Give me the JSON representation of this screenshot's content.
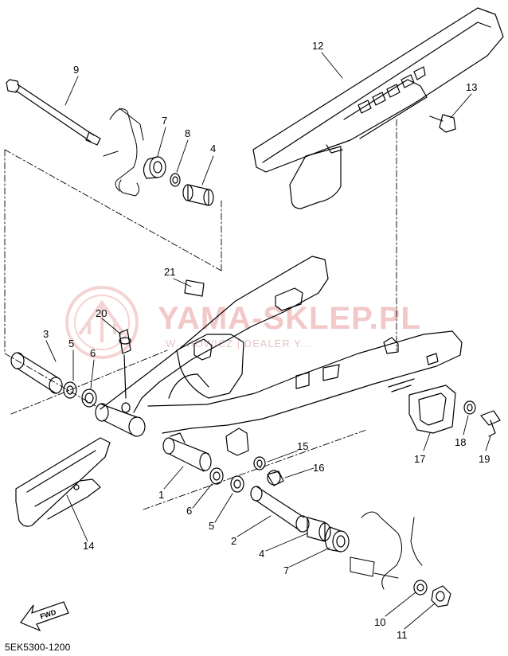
{
  "watermark": {
    "text": "YAMA-SKLEP.PL",
    "subtext": "W...HOWICZ | DEALER Y...",
    "logo": "yamaha-tuning-fork-logo",
    "color": "#e8a0a0"
  },
  "diagram_code": "5EK5300-1200",
  "fwd_label": "FWD",
  "callouts": [
    {
      "id": "c9",
      "label": "9"
    },
    {
      "id": "c7a",
      "label": "7"
    },
    {
      "id": "c8",
      "label": "8"
    },
    {
      "id": "c4a",
      "label": "4"
    },
    {
      "id": "c12",
      "label": "12"
    },
    {
      "id": "c13",
      "label": "13"
    },
    {
      "id": "c21",
      "label": "21"
    },
    {
      "id": "c20",
      "label": "20"
    },
    {
      "id": "c3",
      "label": "3"
    },
    {
      "id": "c5a",
      "label": "5"
    },
    {
      "id": "c6a",
      "label": "6"
    },
    {
      "id": "c15",
      "label": "15"
    },
    {
      "id": "c16",
      "label": "16"
    },
    {
      "id": "c17",
      "label": "17"
    },
    {
      "id": "c18",
      "label": "18"
    },
    {
      "id": "c19",
      "label": "19"
    },
    {
      "id": "c1",
      "label": "1"
    },
    {
      "id": "c6b",
      "label": "6"
    },
    {
      "id": "c5b",
      "label": "5"
    },
    {
      "id": "c2",
      "label": "2"
    },
    {
      "id": "c4b",
      "label": "4"
    },
    {
      "id": "c7b",
      "label": "7"
    },
    {
      "id": "c14",
      "label": "14"
    },
    {
      "id": "c10",
      "label": "10"
    },
    {
      "id": "c11",
      "label": "11"
    }
  ]
}
